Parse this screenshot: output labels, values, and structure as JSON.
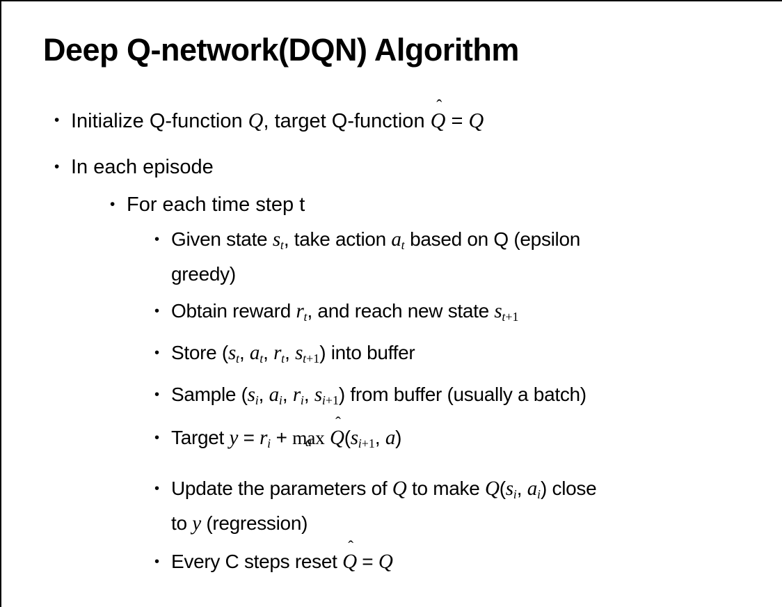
{
  "slide": {
    "title": "Deep Q-network(DQN) Algorithm",
    "bullet_glyph": "•",
    "background_color": "#ffffff",
    "text_color": "#000000",
    "border_color": "#000000"
  },
  "bullets": [
    {
      "level": 1,
      "segments": [
        {
          "t": "Initialize Q-function ",
          "s": "p"
        },
        {
          "t": "Q",
          "s": "v"
        },
        {
          "t": ", target Q-function ",
          "s": "p"
        },
        {
          "t": "Q",
          "s": "vh"
        },
        {
          "t": " = ",
          "s": "p"
        },
        {
          "t": "Q",
          "s": "v"
        }
      ]
    },
    {
      "level": 1,
      "segments": [
        {
          "t": "In each episode",
          "s": "p"
        }
      ]
    },
    {
      "level": 2,
      "segments": [
        {
          "t": "For each time step t",
          "s": "p"
        }
      ]
    },
    {
      "level": 3,
      "segments": [
        {
          "t": "Given state ",
          "s": "p"
        },
        {
          "t": "s",
          "s": "v"
        },
        {
          "t": "t",
          "s": "sub"
        },
        {
          "t": ", take action ",
          "s": "p"
        },
        {
          "t": "a",
          "s": "v"
        },
        {
          "t": "t",
          "s": "sub"
        },
        {
          "t": " based on Q (epsilon",
          "s": "p"
        },
        {
          "br": true
        },
        {
          "t": "greedy)",
          "s": "p"
        }
      ]
    },
    {
      "level": 3,
      "segments": [
        {
          "t": "Obtain reward ",
          "s": "p"
        },
        {
          "t": "r",
          "s": "v"
        },
        {
          "t": "t",
          "s": "sub"
        },
        {
          "t": ", and reach new state ",
          "s": "p"
        },
        {
          "t": "s",
          "s": "v"
        },
        {
          "t": "t",
          "s": "sub"
        },
        {
          "t": "+1",
          "s": "subn"
        }
      ]
    },
    {
      "level": 3,
      "segments": [
        {
          "t": "Store (",
          "s": "p"
        },
        {
          "t": "s",
          "s": "v"
        },
        {
          "t": "t",
          "s": "sub"
        },
        {
          "t": ", ",
          "s": "p"
        },
        {
          "t": "a",
          "s": "v"
        },
        {
          "t": "t",
          "s": "sub"
        },
        {
          "t": ", ",
          "s": "p"
        },
        {
          "t": "r",
          "s": "v"
        },
        {
          "t": "t",
          "s": "sub"
        },
        {
          "t": ", ",
          "s": "p"
        },
        {
          "t": "s",
          "s": "v"
        },
        {
          "t": "t",
          "s": "sub"
        },
        {
          "t": "+1",
          "s": "subn"
        },
        {
          "t": ") into buffer",
          "s": "p"
        }
      ]
    },
    {
      "level": 3,
      "segments": [
        {
          "t": "Sample (",
          "s": "p"
        },
        {
          "t": "s",
          "s": "v"
        },
        {
          "t": "i",
          "s": "sub"
        },
        {
          "t": ", ",
          "s": "p"
        },
        {
          "t": "a",
          "s": "v"
        },
        {
          "t": "i",
          "s": "sub"
        },
        {
          "t": ", ",
          "s": "p"
        },
        {
          "t": "r",
          "s": "v"
        },
        {
          "t": "i",
          "s": "sub"
        },
        {
          "t": ", ",
          "s": "p"
        },
        {
          "t": "s",
          "s": "v"
        },
        {
          "t": "i",
          "s": "sub"
        },
        {
          "t": "+1",
          "s": "subn"
        },
        {
          "t": ") from buffer (usually a batch)",
          "s": "p"
        }
      ]
    },
    {
      "level": 3,
      "segments": [
        {
          "t": "Target ",
          "s": "p"
        },
        {
          "t": "y",
          "s": "v"
        },
        {
          "t": " = ",
          "s": "p"
        },
        {
          "t": "r",
          "s": "v"
        },
        {
          "t": "i",
          "s": "sub"
        },
        {
          "t": " + ",
          "s": "p"
        },
        {
          "t": "max",
          "s": "mx",
          "u": "a"
        },
        {
          "t": " ",
          "s": "p"
        },
        {
          "t": "Q",
          "s": "vh"
        },
        {
          "t": "(",
          "s": "p"
        },
        {
          "t": "s",
          "s": "v"
        },
        {
          "t": "i",
          "s": "sub"
        },
        {
          "t": "+1",
          "s": "subn"
        },
        {
          "t": ", ",
          "s": "p"
        },
        {
          "t": "a",
          "s": "v"
        },
        {
          "t": ")",
          "s": "p"
        }
      ]
    },
    {
      "level": 3,
      "segments": [
        {
          "t": "Update the parameters of ",
          "s": "p"
        },
        {
          "t": "Q",
          "s": "v"
        },
        {
          "t": " to make ",
          "s": "p"
        },
        {
          "t": "Q",
          "s": "v"
        },
        {
          "t": "(",
          "s": "p"
        },
        {
          "t": "s",
          "s": "v"
        },
        {
          "t": "i",
          "s": "sub"
        },
        {
          "t": ", ",
          "s": "p"
        },
        {
          "t": "a",
          "s": "v"
        },
        {
          "t": "i",
          "s": "sub"
        },
        {
          "t": ") close",
          "s": "p"
        },
        {
          "br": true
        },
        {
          "t": "to ",
          "s": "p"
        },
        {
          "t": "y",
          "s": "v"
        },
        {
          "t": " (regression)",
          "s": "p"
        }
      ]
    },
    {
      "level": 3,
      "segments": [
        {
          "t": "Every C steps reset ",
          "s": "p"
        },
        {
          "t": "Q",
          "s": "vh"
        },
        {
          "t": " = ",
          "s": "p"
        },
        {
          "t": "Q",
          "s": "v"
        }
      ]
    }
  ]
}
